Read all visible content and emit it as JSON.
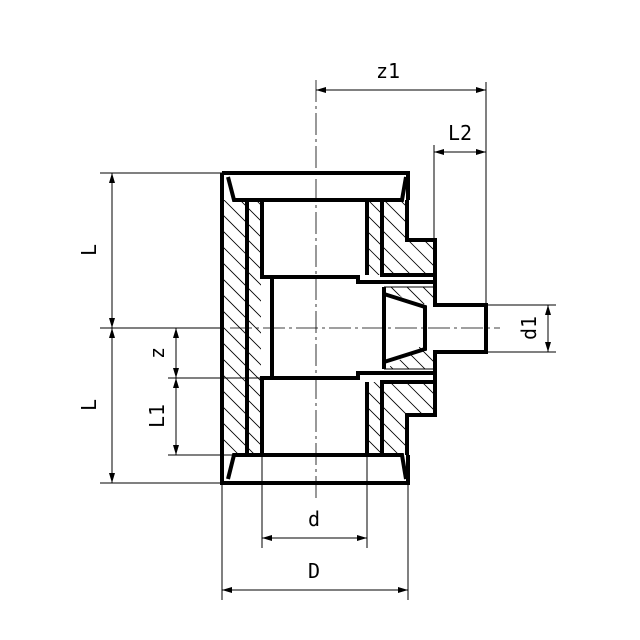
{
  "drawing": {
    "title": "Reducing tee with threaded branch, sectional drawing",
    "colors": {
      "line": "#000000",
      "background": "#ffffff"
    },
    "dimensions": {
      "z1": "z1",
      "L2": "L2",
      "L_top": "L",
      "L_bottom": "L",
      "z": "z",
      "L1": "L1",
      "d1": "d1",
      "d": "d",
      "D": "D"
    }
  }
}
